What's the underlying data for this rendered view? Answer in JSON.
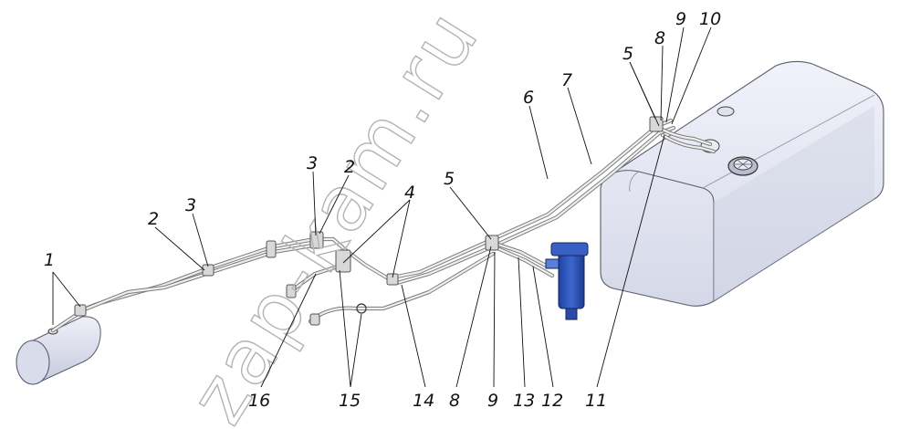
{
  "watermark": "zap-kam.ru",
  "colors": {
    "tank": "#e4e6f2",
    "tank_shadow": "#c9ccdc",
    "pipe": "#8a8a8a",
    "filter": "#2f55b8",
    "line": "#111111"
  },
  "callouts": [
    {
      "id": "c1",
      "text": "1"
    },
    {
      "id": "c2a",
      "text": "2"
    },
    {
      "id": "c3a",
      "text": "3"
    },
    {
      "id": "c3b",
      "text": "3"
    },
    {
      "id": "c2b",
      "text": "2"
    },
    {
      "id": "c4",
      "text": "4"
    },
    {
      "id": "c5a",
      "text": "5"
    },
    {
      "id": "c6",
      "text": "6"
    },
    {
      "id": "c7",
      "text": "7"
    },
    {
      "id": "c5b",
      "text": "5"
    },
    {
      "id": "c8a",
      "text": "8"
    },
    {
      "id": "c9a",
      "text": "9"
    },
    {
      "id": "c10",
      "text": "10"
    },
    {
      "id": "c16",
      "text": "16"
    },
    {
      "id": "c15",
      "text": "15"
    },
    {
      "id": "c14",
      "text": "14"
    },
    {
      "id": "c8b",
      "text": "8"
    },
    {
      "id": "c9b",
      "text": "9"
    },
    {
      "id": "c13",
      "text": "13"
    },
    {
      "id": "c12",
      "text": "12"
    },
    {
      "id": "c11",
      "text": "11"
    }
  ]
}
